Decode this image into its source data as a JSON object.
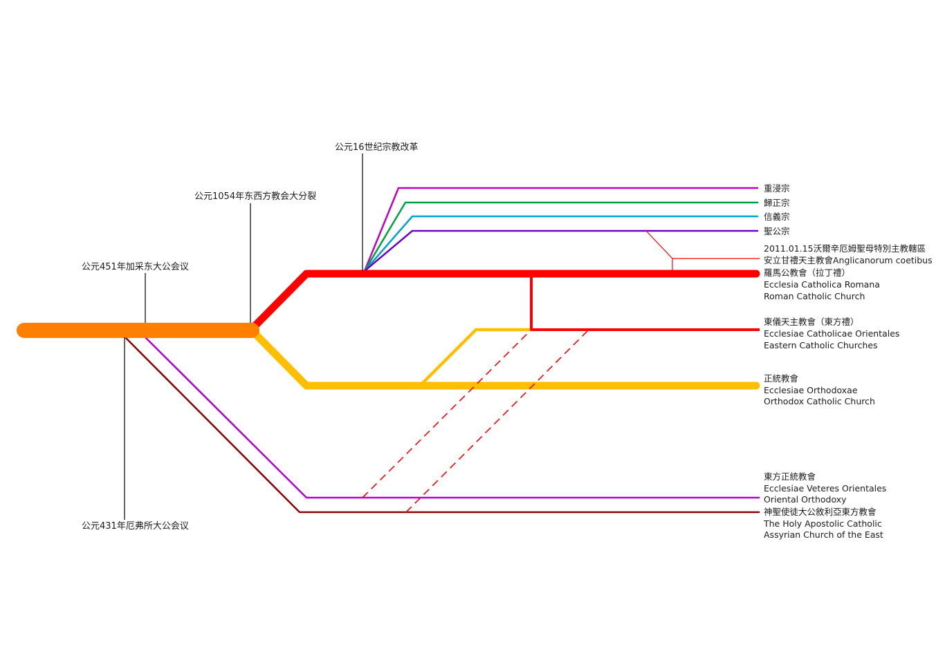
{
  "colors": {
    "trunk": "#ff8000",
    "roman_catholic": "#ff0000",
    "eastern_orthodox": "#ffbf00",
    "oriental_orthodoxy": "#b000d0",
    "assyrian": "#8b0000",
    "anabaptist": "#c000c0",
    "reformed": "#00a040",
    "lutheran": "#00a0d0",
    "anglican": "#6a00c8",
    "marker_line": "#000000"
  },
  "events": {
    "chalcedon": "公元451年加采东大公会议",
    "great_schism": "公元1054年东西方教会大分裂",
    "reformation": "公元16世纪宗教改革",
    "ephesus": "公元431年厄弗所大公会议"
  },
  "branches": {
    "anabaptist": "重浸宗",
    "reformed": "歸正宗",
    "lutheran": "信義宗",
    "anglican": "聖公宗",
    "ordinariate_line1": "2011.01.15沃爾辛厄姆聖母特別主教轄區",
    "ordinariate_line2": "安立甘禮天主教會Anglicanorum coetibus",
    "roman": {
      "zh": "羅馬公教會（拉丁禮）",
      "la": "Ecclesia Catholica Romana",
      "en": "Roman Catholic Church"
    },
    "eastern_catholic": {
      "zh": "東儀天主教會（東方禮）",
      "la": "Ecclesiae Catholicae Orientales",
      "en": "Eastern Catholic Churches"
    },
    "orthodox": {
      "zh": "正統教會",
      "la": "Ecclesiae Orthodoxae",
      "en": "Orthodox Catholic Church"
    },
    "oriental": {
      "zh": "東方正統教會",
      "la": "Ecclesiae Veteres Orientales",
      "en": "Oriental Orthodoxy"
    },
    "assyrian": {
      "zh": "神聖使徒大公敘利亞東方教會",
      "en1": "The Holy Apostolic Catholic",
      "en2": "Assyrian Church of the East"
    }
  }
}
